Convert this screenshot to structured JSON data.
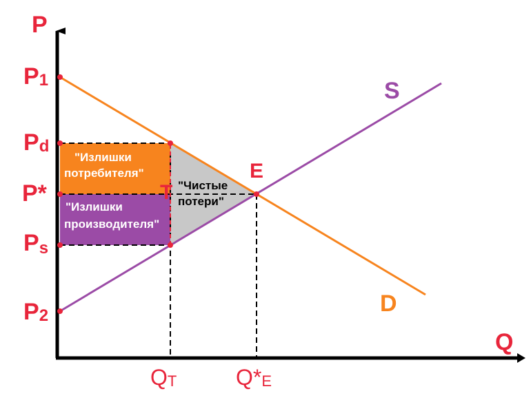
{
  "axes": {
    "y_label": "P",
    "x_label": "Q"
  },
  "price_labels": {
    "p1": "P",
    "p1_sub": "1",
    "pd": "P",
    "pd_sub": "d",
    "pstar": "P*",
    "ps": "P",
    "ps_sub": "s",
    "p2": "P",
    "p2_sub": "2"
  },
  "quantity_labels": {
    "qt": "Q",
    "qt_sub": "T",
    "qe": "Q*",
    "qe_sub": "E"
  },
  "curves": {
    "supply": "S",
    "demand": "D"
  },
  "points": {
    "equilibrium": "E",
    "tax": "T"
  },
  "areas": {
    "consumer_line1": "\"Излишки",
    "consumer_line2": "потребителя\"",
    "producer_line1": "\"Излишки",
    "producer_line2": "производителя\"",
    "deadweight_line1": "\"Чистые",
    "deadweight_line2": "потери\""
  },
  "colors": {
    "demand": "#f7841e",
    "supply": "#9b4ba6",
    "label_red": "#e8253b",
    "consumer_fill": "#f7841e",
    "producer_fill": "#9b4ba6",
    "deadweight_fill": "#c8c8c8"
  }
}
